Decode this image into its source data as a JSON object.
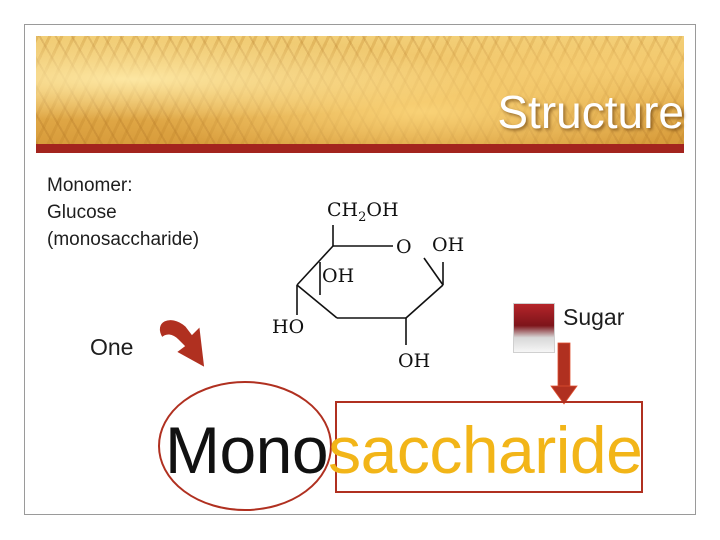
{
  "slide": {
    "title": "Structure",
    "monomer_lines": [
      "Monomer:",
      "Glucose",
      "(monosaccharide)"
    ],
    "one_label": "One",
    "sugar_label": "Sugar",
    "word_prefix": "Mono",
    "word_suffix": "saccharide"
  },
  "molecule": {
    "ch2oh": "CH",
    "ch2oh_sub": "2",
    "ch2oh_tail": "OH",
    "ring_o": "O",
    "oh_right": "OH",
    "oh_inner": "OH",
    "ho_left": "HO",
    "oh_bottom": "OH"
  },
  "colors": {
    "banner_bar": "#a3241e",
    "arrow": "#b03020",
    "highlight_box": "#b03020",
    "circle": "#b03020",
    "suffix_text": "#f2b518"
  },
  "icons": {
    "curved_arrow": "curved-arrow-icon",
    "down_arrow": "down-arrow-icon",
    "sugar_picture": "sugar-image"
  }
}
